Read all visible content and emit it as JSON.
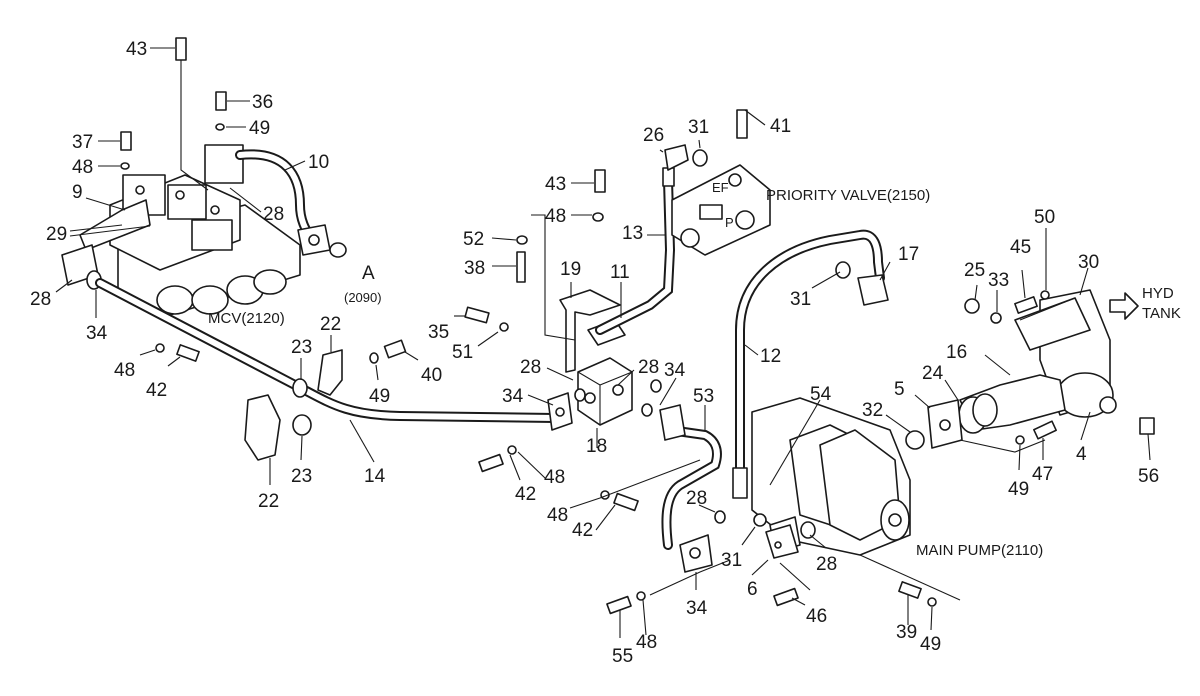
{
  "labels": {
    "mcv": "MCV(2120)",
    "priority_valve": "PRIORITY VALVE(2150)",
    "main_pump": "MAIN PUMP(2110)",
    "hyd_tank": "HYD",
    "hyd_tank_2": "TANK",
    "port_a": "A",
    "port_a_ref": "(2090)",
    "port_ef": "EF",
    "port_p": "P"
  },
  "callouts": {
    "c43a": "43",
    "c36": "36",
    "c49a": "49",
    "c37": "37",
    "c48a": "48",
    "c10": "10",
    "c9": "9",
    "c28a": "28",
    "c29": "29",
    "c28b": "28",
    "c34a": "34",
    "c48b": "48",
    "c42a": "42",
    "c22a": "22",
    "c23a": "23",
    "c49b": "49",
    "c40": "40",
    "c22b": "22",
    "c23b": "23",
    "c14": "14",
    "c35": "35",
    "c51": "51",
    "c52": "52",
    "c38": "38",
    "c43b": "43",
    "c48c": "48",
    "c26": "26",
    "c31a": "31",
    "c41": "41",
    "c13": "13",
    "c19": "19",
    "c11": "11",
    "c28c": "28",
    "c28d": "28",
    "c34b": "34",
    "c34c": "34",
    "c18": "18",
    "c53": "53",
    "c42b": "42",
    "c48d": "48",
    "c48e": "48",
    "c42c": "42",
    "c12": "12",
    "c31b": "31",
    "c17": "17",
    "c54": "54",
    "c28e": "28",
    "c31c": "31",
    "c28f": "28",
    "c6": "6",
    "c46": "46",
    "c34d": "34",
    "c55": "55",
    "c48f": "48",
    "c32": "32",
    "c5": "5",
    "c24": "24",
    "c16": "16",
    "c25": "25",
    "c33": "33",
    "c45": "45",
    "c50": "50",
    "c30": "30",
    "c49c": "49",
    "c47": "47",
    "c4": "4",
    "c56": "56",
    "c39": "39",
    "c49d": "49"
  }
}
